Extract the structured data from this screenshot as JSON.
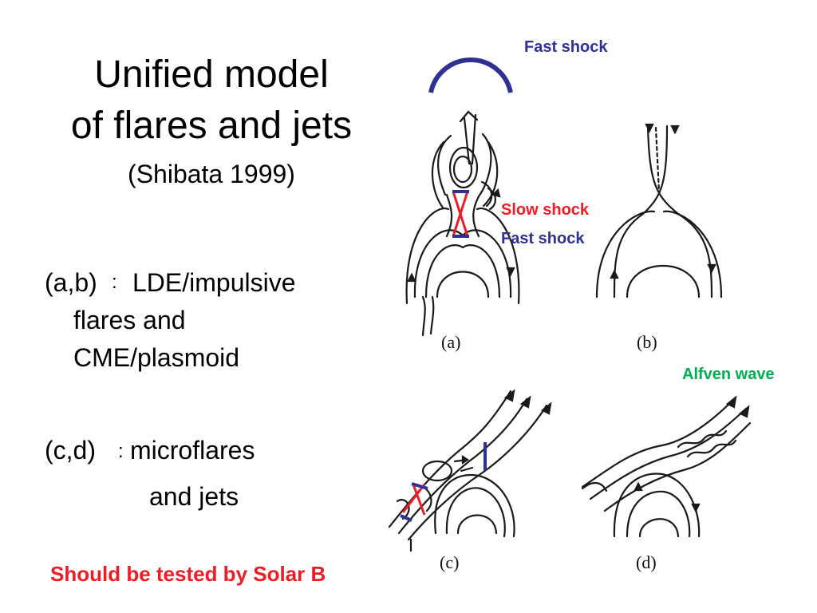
{
  "title": {
    "line1": "Unified model",
    "line2": "of flares and jets",
    "subtitle": "(Shibata 1999)"
  },
  "bullets": {
    "ab_prefix": "(a,b)",
    "ab_sep": ":",
    "ab_line1": "LDE/impulsive",
    "ab_line2": "flares and",
    "ab_line3": "CME/plasmoid",
    "cd_prefix": "(c,d)",
    "cd_sep": ":",
    "cd_line1": "microflares",
    "cd_line2": "and jets"
  },
  "annotations": {
    "fast_shock_top": "Fast shock",
    "slow_shock": "Slow shock",
    "fast_shock_mid": "Fast shock",
    "alfven_wave": "Alfven wave",
    "conclusion": "Should be tested by Solar B"
  },
  "panels": {
    "a": "(a)",
    "b": "(b)",
    "c": "(c)",
    "d": "(d)"
  },
  "colors": {
    "fast_shock": "#2e3192",
    "slow_shock": "#ee1c25",
    "alfven_wave": "#00b050",
    "conclusion": "#ee1c25",
    "text": "#000000"
  }
}
